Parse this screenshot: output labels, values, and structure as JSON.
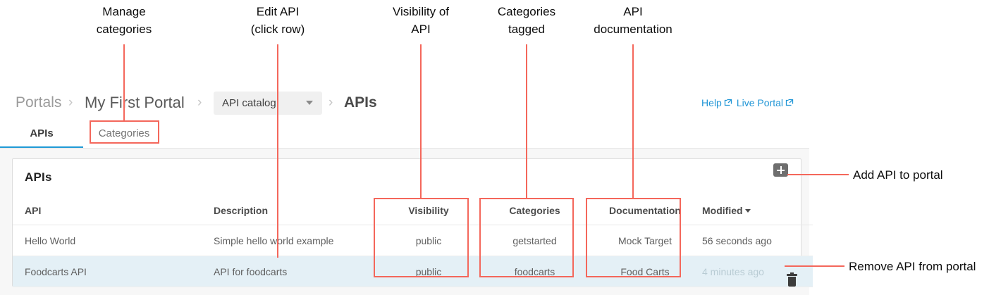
{
  "breadcrumb": {
    "portals": "Portals",
    "portal": "My First Portal",
    "catalog_label": "API catalog",
    "current": "APIs",
    "separator": "›"
  },
  "header_links": {
    "help": "Help",
    "live_portal": "Live Portal"
  },
  "tabs": [
    {
      "label": "APIs",
      "active": true
    },
    {
      "label": "Categories",
      "active": false
    }
  ],
  "card": {
    "title": "APIs",
    "add_button_icon": "plus-icon"
  },
  "table": {
    "columns": [
      "API",
      "Description",
      "Visibility",
      "Categories",
      "Documentation",
      "Modified"
    ],
    "sort_column": "Modified",
    "sort_direction": "desc",
    "rows": [
      {
        "api": "Hello World",
        "description": "Simple hello world example",
        "visibility": "public",
        "categories": "getstarted",
        "documentation": "Mock Target",
        "modified": "56 seconds ago",
        "selected": false
      },
      {
        "api": "Foodcarts API",
        "description": "API for foodcarts",
        "visibility": "public",
        "categories": "foodcarts",
        "documentation": "Food Carts",
        "modified": "4 minutes ago",
        "selected": true
      }
    ]
  },
  "annotations": {
    "manage_categories": "Manage\ncategories",
    "edit_api": "Edit API\n(click row)",
    "visibility_of_api": "Visibility of\nAPI",
    "categories_tagged": "Categories\ntagged",
    "api_documentation": "API\ndocumentation",
    "add_api": "Add API to portal",
    "remove_api": "Remove API from portal"
  },
  "colors": {
    "accent_blue": "#1f9ad6",
    "link_blue": "#2196d6",
    "annotation_red": "#f4675b",
    "selected_row": "#e4f0f6",
    "add_button_gray": "#6e6e6e"
  }
}
